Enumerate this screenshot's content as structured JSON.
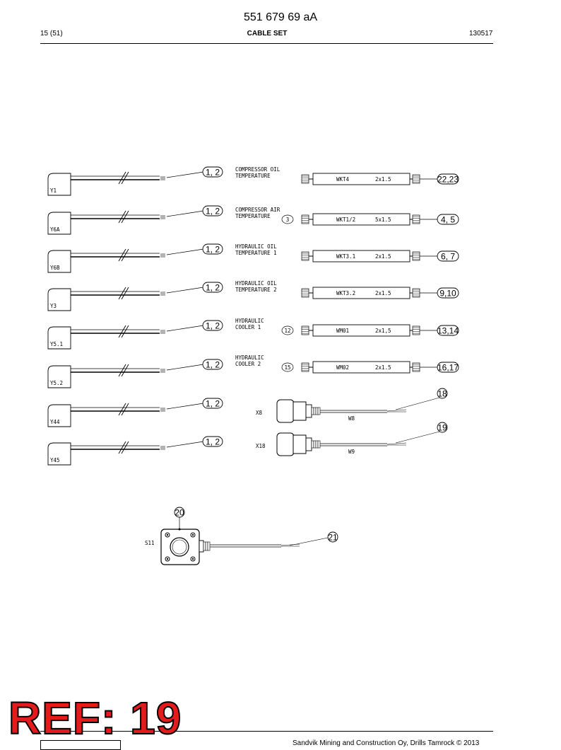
{
  "header": {
    "doc_number": "551 679 69 aA",
    "page": "15 (51)",
    "title": "CABLE SET",
    "date": "130517"
  },
  "footer": {
    "copyright": "Sandvik Mining and Construction Oy, Drills Tamrock © 2013",
    "ref_stamp": "REF: 19"
  },
  "coils": [
    {
      "code": "Y1",
      "callout": "1, 2"
    },
    {
      "code": "Y6A",
      "callout": "1, 2"
    },
    {
      "code": "Y6B",
      "callout": "1, 2"
    },
    {
      "code": "Y3",
      "callout": "1, 2"
    },
    {
      "code": "Y5.1",
      "callout": "1, 2"
    },
    {
      "code": "Y5.2",
      "callout": "1, 2"
    },
    {
      "code": "Y44",
      "callout": "1, 2"
    },
    {
      "code": "Y45",
      "callout": "1, 2"
    }
  ],
  "sensor_cables": [
    {
      "label1": "COMPRESSOR OIL",
      "label2": "TEMPERATURE",
      "badge": "",
      "code": "WKT4",
      "spec": "2x1.5",
      "callout": "22,23"
    },
    {
      "label1": "COMPRESSOR AIR",
      "label2": "TEMPERATURE",
      "badge": "3",
      "code": "WKT1/2",
      "spec": "5x1.5",
      "callout": "4, 5"
    },
    {
      "label1": "HYDRAULIC OIL",
      "label2": "TEMPERATURE 1",
      "badge": "",
      "code": "WKT3.1",
      "spec": "2x1.5",
      "callout": "6, 7"
    },
    {
      "label1": "HYDRAULIC OIL",
      "label2": "TEMPERATURE 2",
      "badge": "",
      "code": "WKT3.2",
      "spec": "2x1.5",
      "callout": "9,10"
    },
    {
      "label1": "HYDRAULIC",
      "label2": "COOLER 1",
      "badge": "12",
      "code": "WM01",
      "spec": "2x1,5",
      "callout": "13,14"
    },
    {
      "label1": "HYDRAULIC",
      "label2": "COOLER 2",
      "badge": "15",
      "code": "WM02",
      "spec": "2x1.5",
      "callout": "16,17"
    }
  ],
  "plug_cables": [
    {
      "connector": "X8",
      "wire": "W8",
      "callout": "18"
    },
    {
      "connector": "X18",
      "wire": "W9",
      "callout": "19"
    }
  ],
  "switch": {
    "code": "S11",
    "callout_box": "20",
    "callout_cable": "21"
  }
}
